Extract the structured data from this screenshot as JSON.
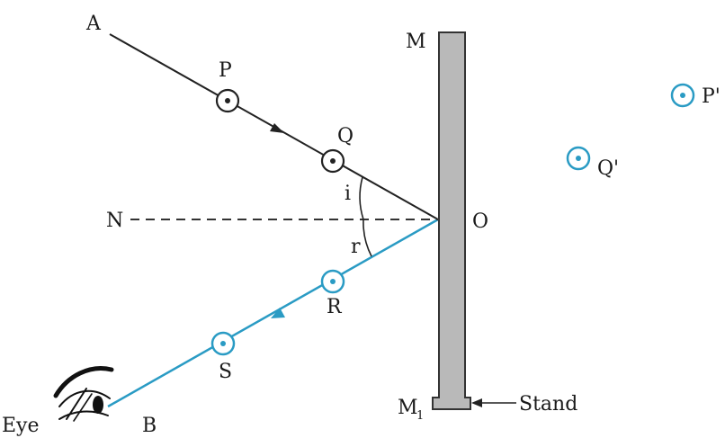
{
  "labels": {
    "A": "A",
    "B": "B",
    "P": "P",
    "Q": "Q",
    "R": "R",
    "S": "S",
    "N": "N",
    "O": "O",
    "M": "M",
    "M1_main": "M",
    "M1_sub": "1",
    "i": "i",
    "r": "r",
    "P_image": "P'",
    "Q_image": "Q'",
    "stand": "Stand",
    "eye": "Eye"
  },
  "colors": {
    "incident_ray": "#222222",
    "reflected_ray": "#2a9bc4",
    "mirror_fill": "#b9b9b9",
    "mirror_stroke": "#333333",
    "normal": "#333333",
    "pin_black": "#222222",
    "pin_blue": "#2a9bc4"
  }
}
